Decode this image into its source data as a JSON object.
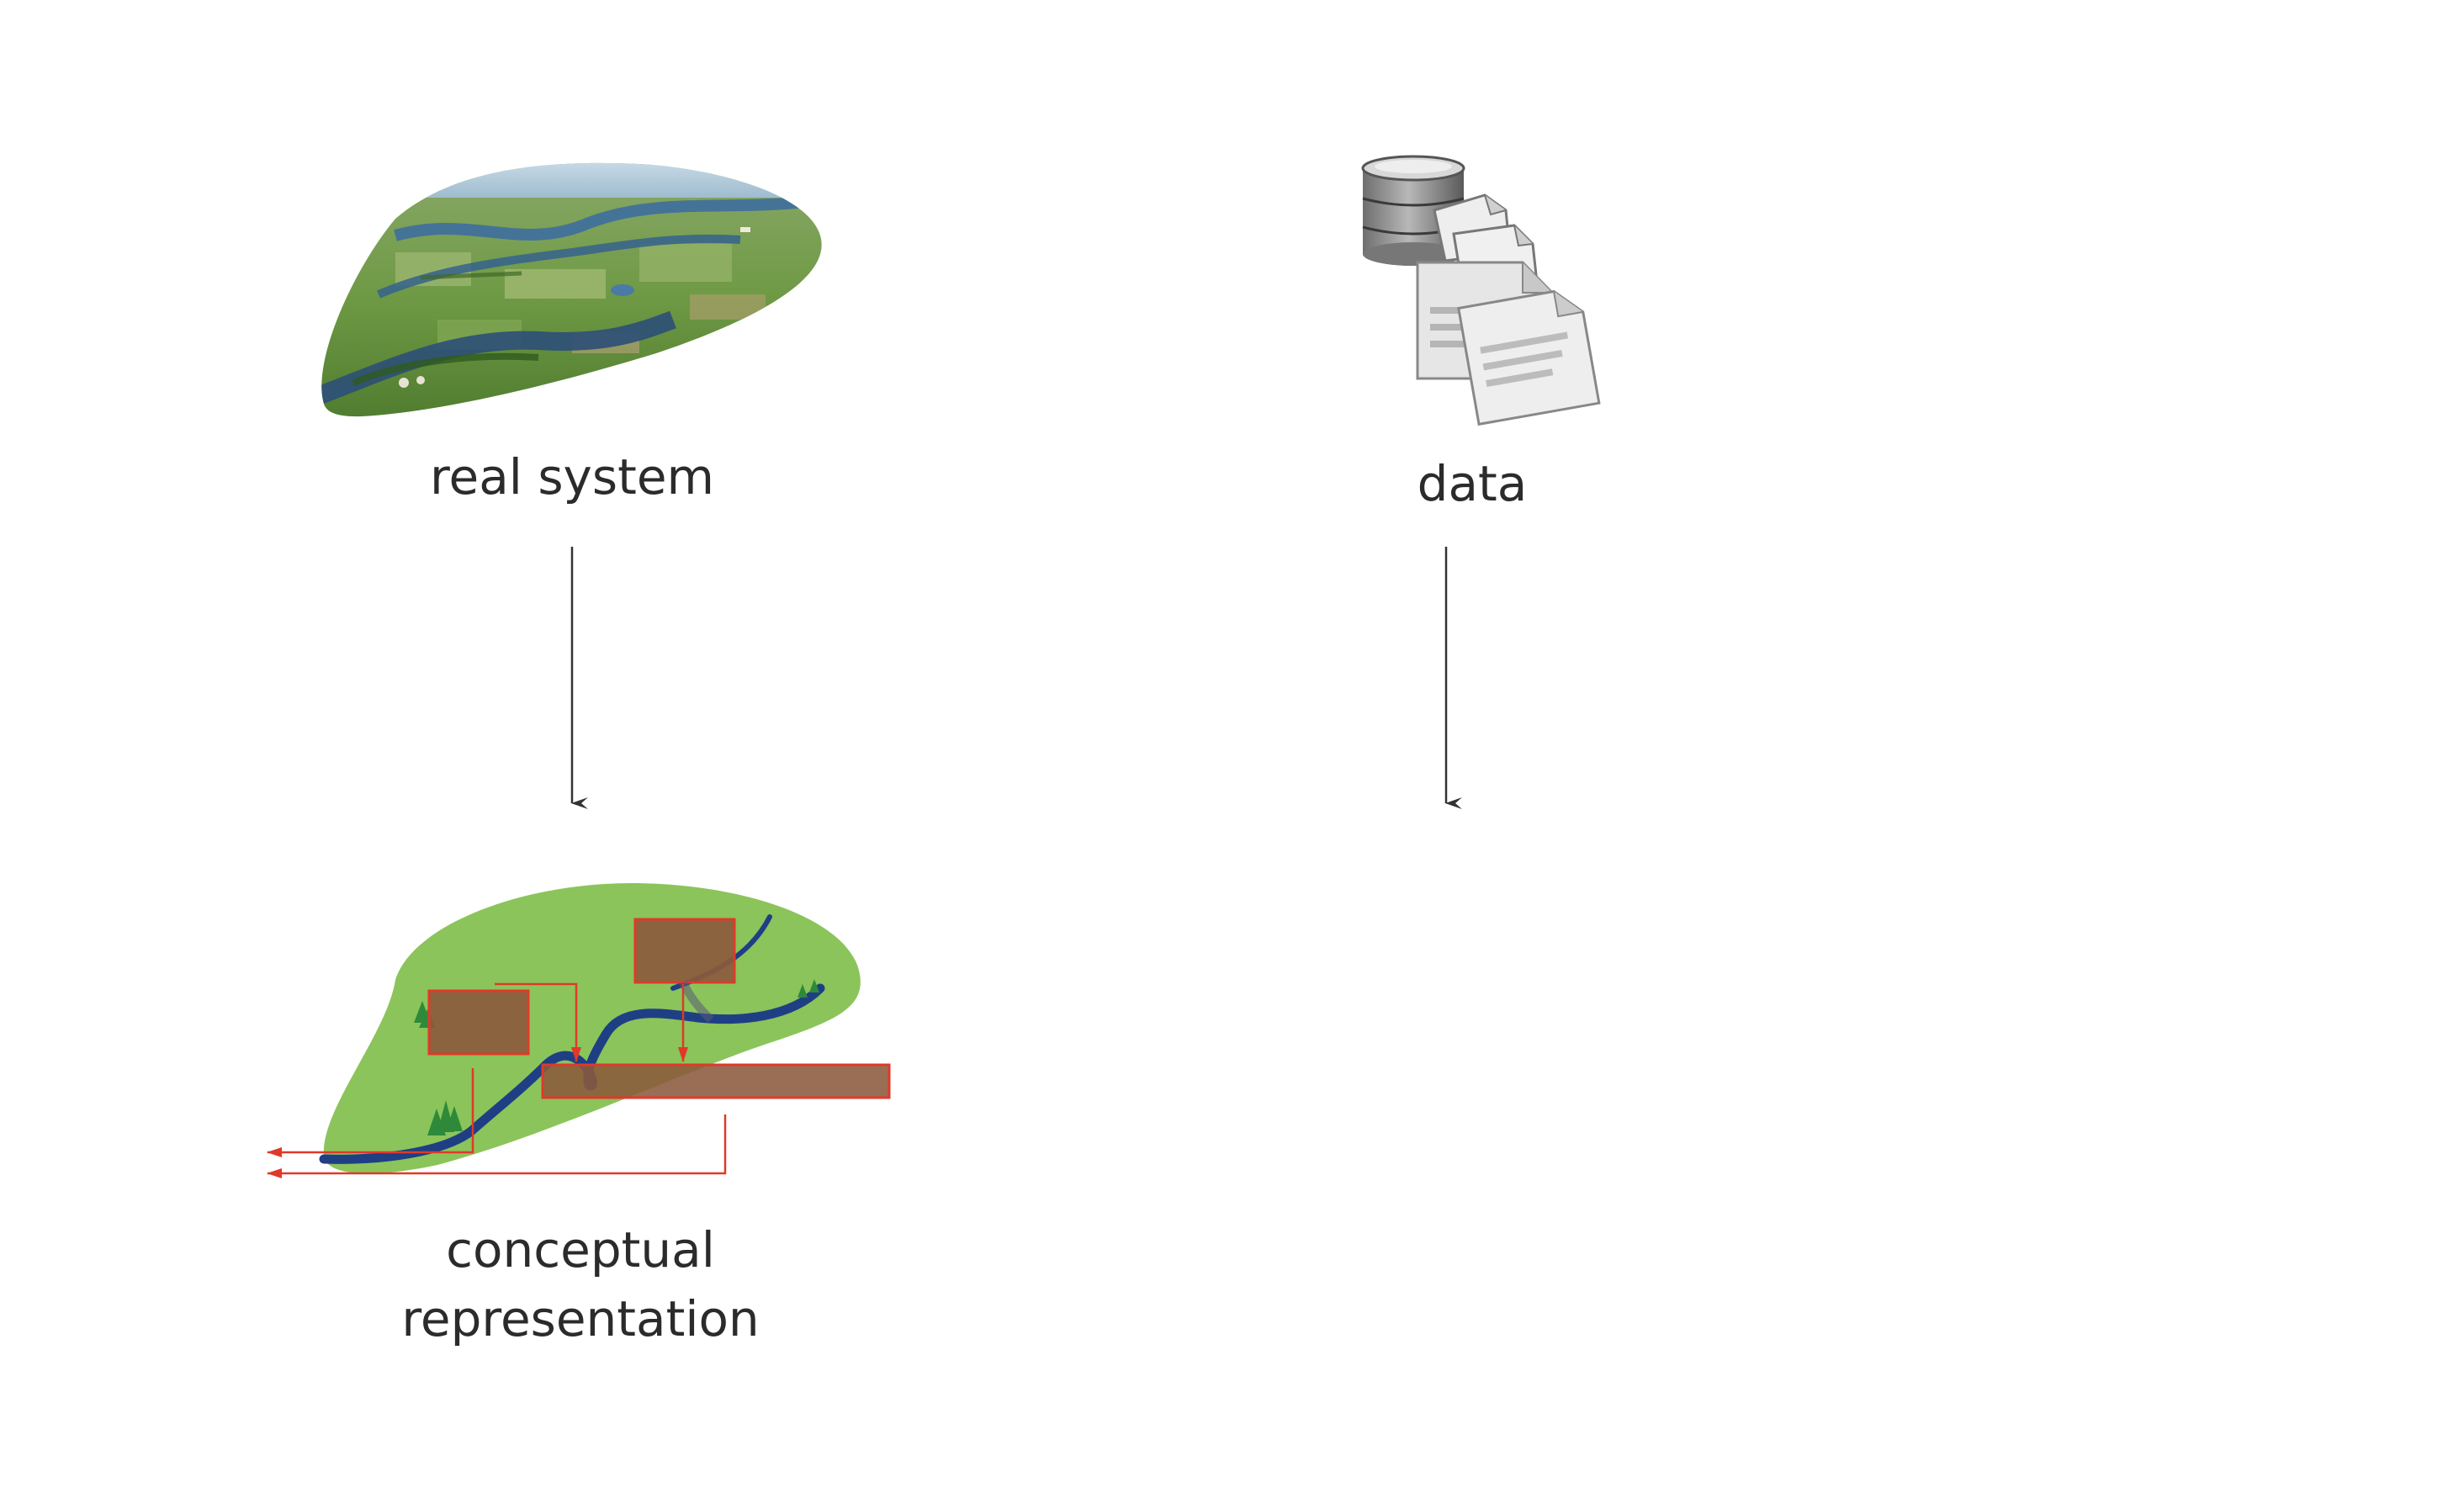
{
  "nodes": {
    "real_system": {
      "label": "real system",
      "icon": "aerial-landscape-icon"
    },
    "data": {
      "label": "data",
      "icon": "database-documents-icon"
    },
    "conceptual": {
      "label_line1": "conceptual",
      "label_line2": "representation",
      "icon": "conceptual-model-icon"
    }
  },
  "edges": [
    {
      "from": "real system",
      "to": "conceptual representation"
    },
    {
      "from": "data",
      "to": ""
    }
  ],
  "colors": {
    "land_green": "#8bc45a",
    "river_blue": "#1f3f85",
    "reservoir_brown": "#8b5a3c",
    "flow_red": "#e0392a",
    "arrow_dark": "#333333",
    "text": "#2b2b2b"
  }
}
